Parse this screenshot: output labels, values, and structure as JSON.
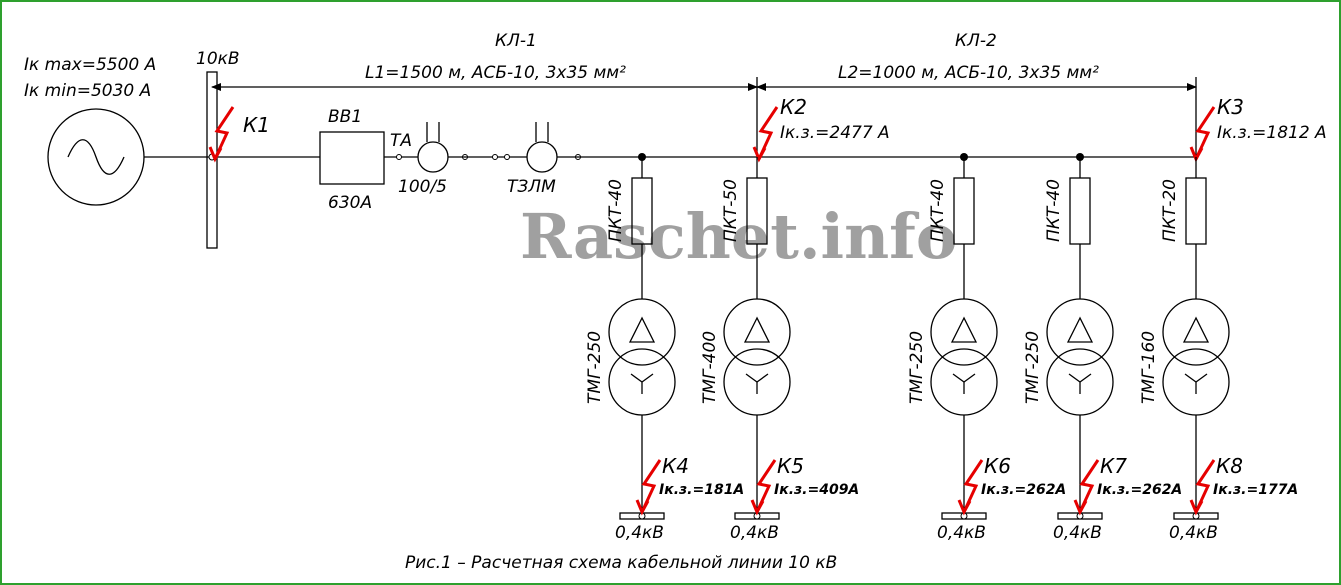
{
  "source": {
    "ik_max": "Iк max=5500 А",
    "ik_min": "Iк min=5030 А"
  },
  "bus": {
    "voltage": "10кВ"
  },
  "switch": {
    "name": "ВВ1",
    "rating": "630А"
  },
  "ct": {
    "name": "ТА",
    "ratio": "100/5"
  },
  "zero_seq": {
    "name": "ТЗЛМ"
  },
  "lines": [
    {
      "name": "КЛ-1",
      "spec": "L1=1500 м, АСБ-10, 3х35 мм²"
    },
    {
      "name": "КЛ-2",
      "spec": "L2=1000 м, АСБ-10, 3х35 мм²"
    }
  ],
  "faults_hv": [
    {
      "name": "К1",
      "current": ""
    },
    {
      "name": "К2",
      "current": "Iк.з.=2477 А"
    },
    {
      "name": "К3",
      "current": "Iк.з.=1812 А"
    }
  ],
  "feeders": [
    {
      "fuse": "ПКТ-40",
      "transformer": "ТМГ-250",
      "fault": "К4",
      "current": "Iк.з.=181А",
      "lv": "0,4кВ"
    },
    {
      "fuse": "ПКТ-50",
      "transformer": "ТМГ-400",
      "fault": "К5",
      "current": "Iк.з.=409А",
      "lv": "0,4кВ"
    },
    {
      "fuse": "ПКТ-40",
      "transformer": "ТМГ-250",
      "fault": "К6",
      "current": "Iк.з.=262А",
      "lv": "0,4кВ"
    },
    {
      "fuse": "ПКТ-40",
      "transformer": "ТМГ-250",
      "fault": "К7",
      "current": "Iк.з.=262А",
      "lv": "0,4кВ"
    },
    {
      "fuse": "ПКТ-20",
      "transformer": "ТМГ-160",
      "fault": "К8",
      "current": "Iк.з.=177А",
      "lv": "0,4кВ"
    }
  ],
  "watermark": "Raschet.info",
  "caption": "Рис.1 – Расчетная схема кабельной линии 10 кВ",
  "colors": {
    "fault_arrow": "#e60000",
    "frame": "#2ea02e",
    "watermark": "#a0a0a0"
  }
}
